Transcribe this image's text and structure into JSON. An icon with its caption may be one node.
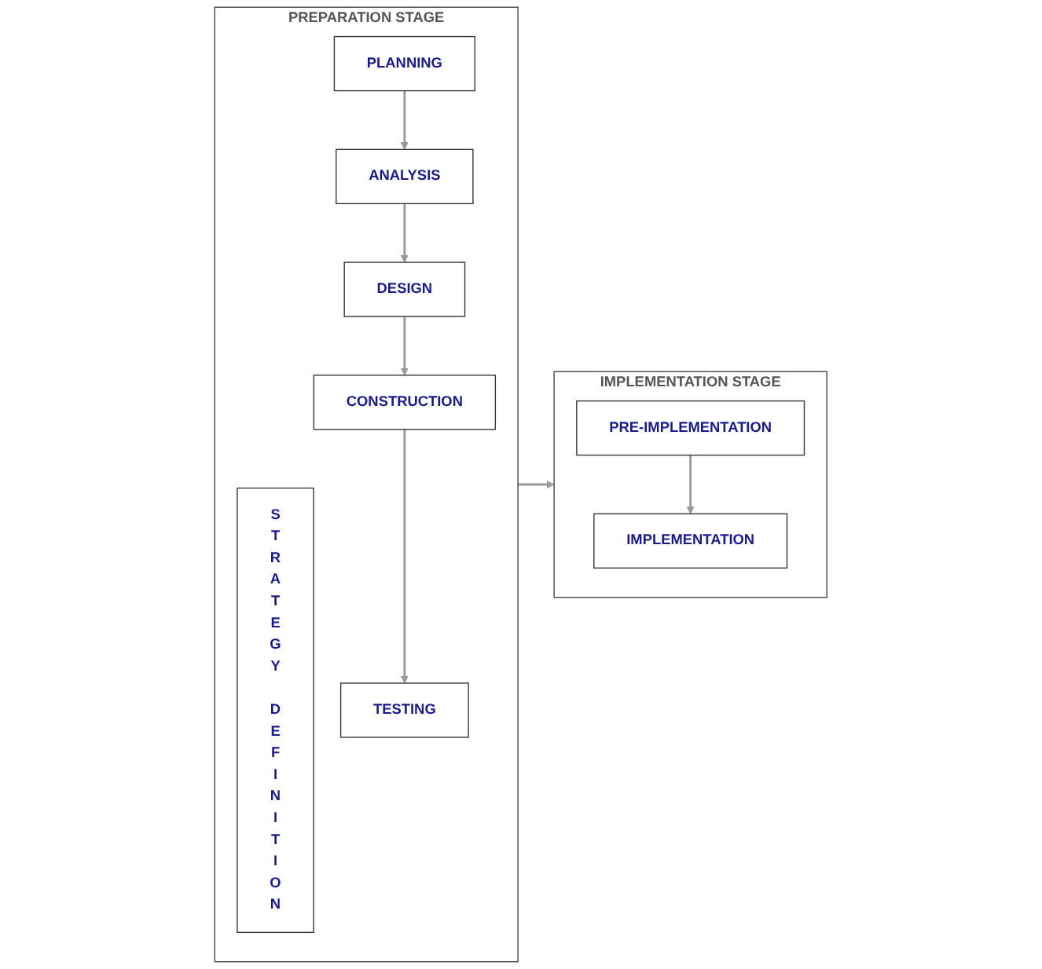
{
  "diagram": {
    "nodes": [
      {
        "text": [
          "PREPARATION STAGE"
        ]
      },
      {
        "text": [
          "STRATEGY DEFINITION"
        ],
        "in": 0
      },
      {
        "text": [
          "PLANNING"
        ],
        "in": 0
      },
      {
        "text": [
          "ANALYSIS"
        ],
        "in": 0
      },
      {
        "text": [
          "DESIGN"
        ],
        "in": 0
      },
      {
        "text": [
          "CONSTRUCTION"
        ],
        "in": 0
      },
      {
        "text": [
          "TESTING"
        ],
        "in": 0
      },
      {
        "text": [
          "IMPLEMENTATION STAGE"
        ]
      },
      {
        "text": [
          "PRE-IMPLEMENTATION"
        ],
        "in": 7
      },
      {
        "text": [
          "IMPLEMENTATION"
        ],
        "in": 7
      }
    ],
    "edges": [
      {
        "from": 2,
        "to": 3,
        "arrow": "to"
      },
      {
        "from": 3,
        "to": 4,
        "arrow": "to"
      },
      {
        "from": 4,
        "to": 5,
        "arrow": "to"
      },
      {
        "from": 5,
        "to": 6,
        "arrow": "to"
      },
      {
        "from": 0,
        "to": 7,
        "arrow": "to"
      },
      {
        "from": 8,
        "to": 9,
        "arrow": "to"
      }
    ]
  }
}
